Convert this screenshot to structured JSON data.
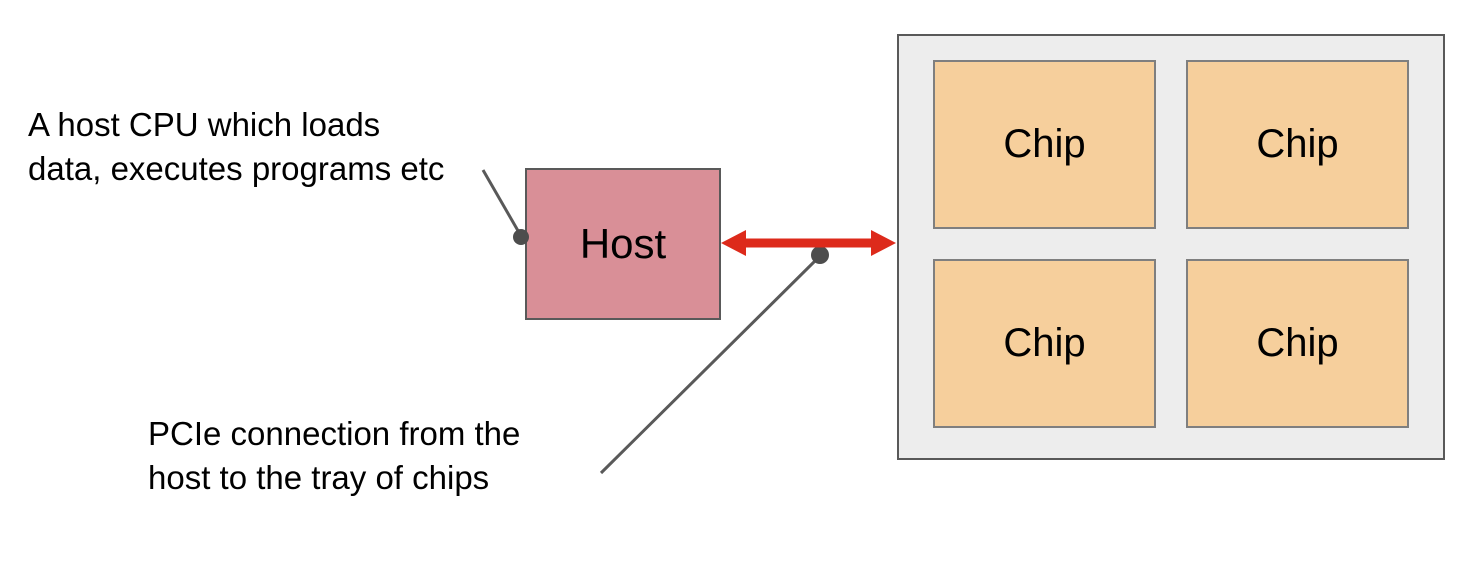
{
  "diagram": {
    "annotations": {
      "host_cpu": "A host CPU which loads data, executes programs etc",
      "pcie": "PCIe connection from the host to the tray of chips"
    },
    "host": {
      "label": "Host"
    },
    "tray": {
      "chips": [
        "Chip",
        "Chip",
        "Chip",
        "Chip"
      ]
    },
    "connection": {
      "type": "PCIe",
      "style": "double-headed-arrow"
    }
  },
  "colors": {
    "host_fill": "#d98f97",
    "host_border": "#595959",
    "chip_fill": "#f6cf9c",
    "chip_border": "#7f7f7f",
    "tray_fill": "#ededed",
    "tray_border": "#595959",
    "arrow_color": "#dd2a1b",
    "line_color": "#595959",
    "dot_color": "#4d4d4d",
    "text_color": "#000000"
  }
}
